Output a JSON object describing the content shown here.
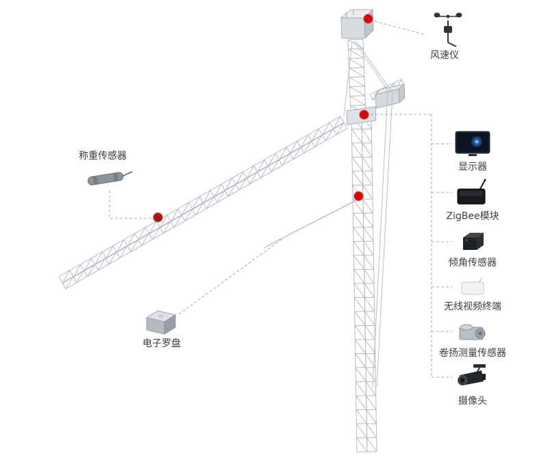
{
  "callouts": {
    "anemometer": {
      "label": "风速仪"
    },
    "load_sensor": {
      "label": "称重传感器"
    },
    "compass": {
      "label": "电子罗盘"
    }
  },
  "right_panel": {
    "items": [
      {
        "id": "monitor",
        "label": "显示器"
      },
      {
        "id": "zigbee-module",
        "label": "ZigBee模块"
      },
      {
        "id": "tilt-sensor",
        "label": "倾角传感器"
      },
      {
        "id": "wireless-video-terminal",
        "label": "无线视频终端"
      },
      {
        "id": "hoist-measure-sensor",
        "label": "卷扬测量传感器"
      },
      {
        "id": "camera",
        "label": "摄像头"
      }
    ]
  },
  "colors": {
    "marker_red": "#cf0a0a",
    "marker_dark_red": "#9e1a1a",
    "crane_line": "#b2bac2",
    "callout_line": "#a8a8a8",
    "label_text": "#3c3c3c",
    "background": "#ffffff"
  }
}
